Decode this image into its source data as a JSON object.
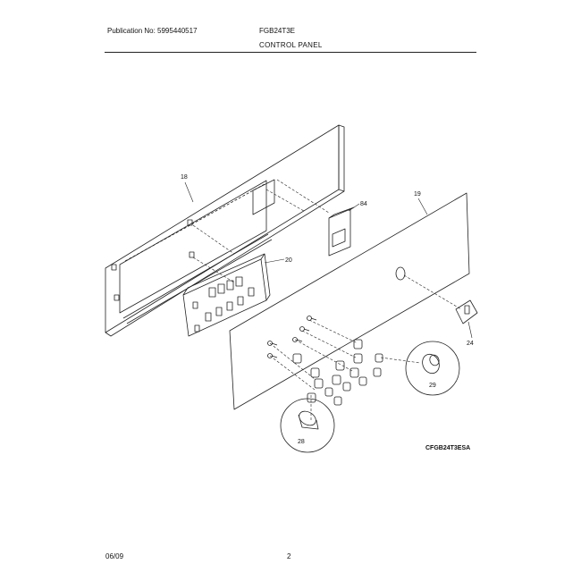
{
  "header": {
    "publication": "Publication No: 5995440517",
    "model": "FGB24T3E",
    "section_title": "CONTROL PANEL"
  },
  "callouts": {
    "c18": "18",
    "c84": "84",
    "c19": "19",
    "c20": "20",
    "c24": "24",
    "c29": "29",
    "c28": "28"
  },
  "drawing_id": "CFGB24T3ESA",
  "footer": {
    "date": "06/09",
    "page": "2"
  }
}
